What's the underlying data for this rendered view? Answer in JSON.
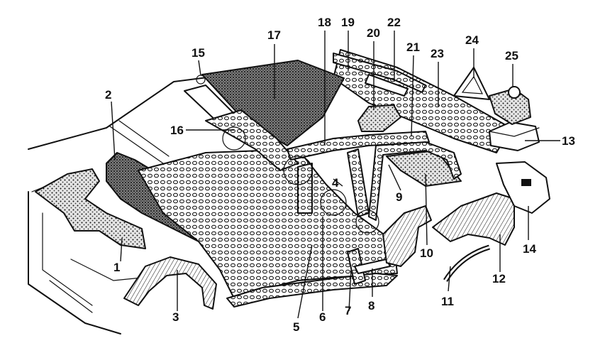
{
  "callouts": [
    {
      "id": "1",
      "label": "1"
    },
    {
      "id": "2",
      "label": "2"
    },
    {
      "id": "3",
      "label": "3"
    },
    {
      "id": "4",
      "label": "4"
    },
    {
      "id": "5",
      "label": "5"
    },
    {
      "id": "6",
      "label": "6"
    },
    {
      "id": "7",
      "label": "7"
    },
    {
      "id": "8",
      "label": "8"
    },
    {
      "id": "9",
      "label": "9"
    },
    {
      "id": "10",
      "label": "10"
    },
    {
      "id": "11",
      "label": "11"
    },
    {
      "id": "12",
      "label": "12"
    },
    {
      "id": "13",
      "label": "13"
    },
    {
      "id": "14",
      "label": "14"
    },
    {
      "id": "15",
      "label": "15"
    },
    {
      "id": "16",
      "label": "16"
    },
    {
      "id": "17",
      "label": "17"
    },
    {
      "id": "18",
      "label": "18"
    },
    {
      "id": "19",
      "label": "19"
    },
    {
      "id": "20",
      "label": "20"
    },
    {
      "id": "21",
      "label": "21"
    },
    {
      "id": "22",
      "label": "22"
    },
    {
      "id": "23",
      "label": "23"
    },
    {
      "id": "24",
      "label": "24"
    },
    {
      "id": "25",
      "label": "25"
    }
  ],
  "colors": {
    "ink": "#111111",
    "background": "#ffffff",
    "pad_fill": "#c8c8c8",
    "roof_fill": "#9a9a9a"
  }
}
